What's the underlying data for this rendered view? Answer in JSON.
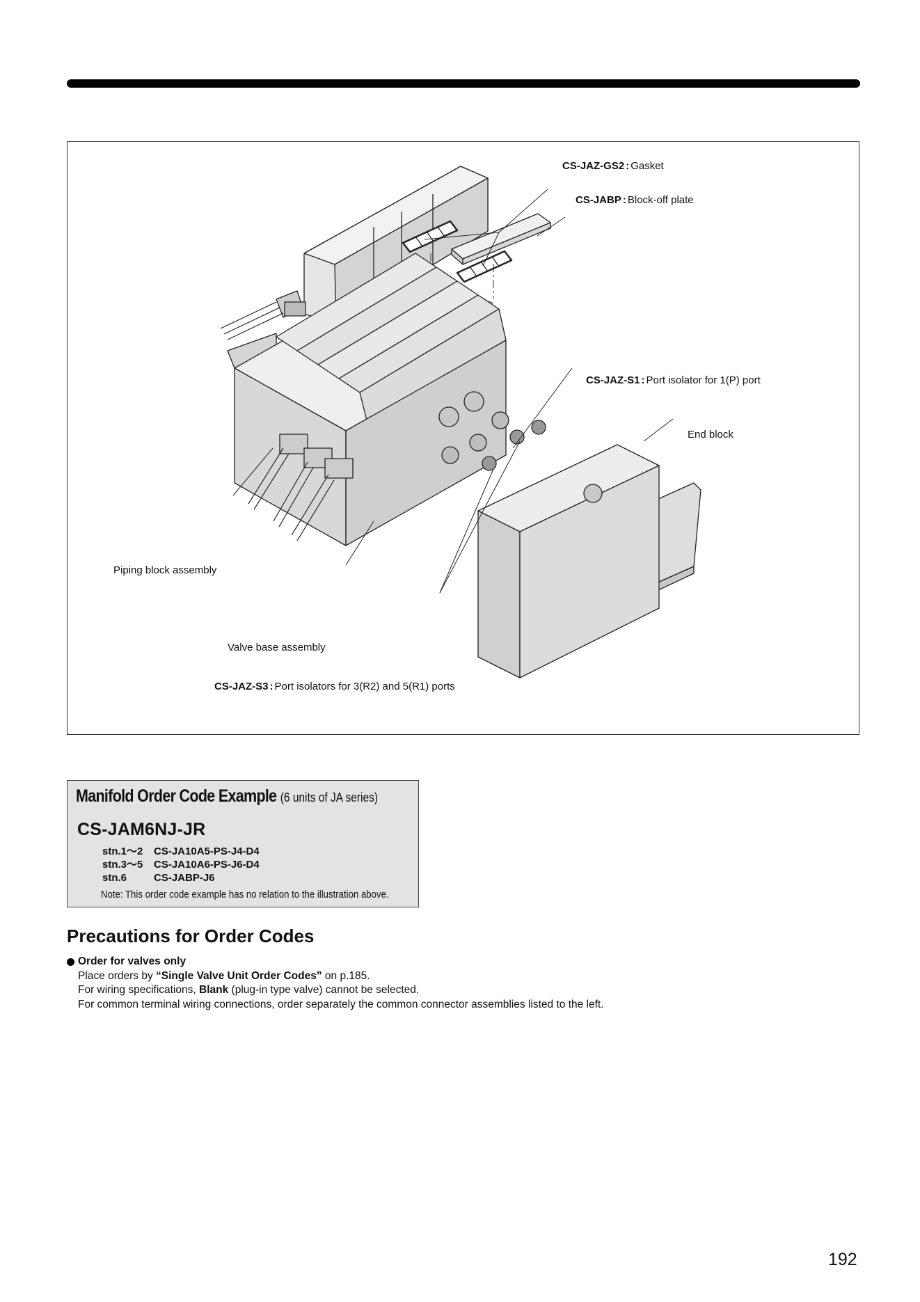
{
  "figure": {
    "callouts": [
      {
        "code": "CS-JAZ-GS2",
        "sep": ":",
        "desc": "Gasket"
      },
      {
        "code": "CS-JABP",
        "sep": ":",
        "desc": "Block-off plate"
      },
      {
        "code": "CS-JAZ-S1",
        "sep": ":",
        "desc": "Port isolator for 1(P) port"
      },
      {
        "code": "",
        "sep": "",
        "desc": "End block"
      },
      {
        "code": "",
        "sep": "",
        "desc": "Piping block assembly"
      },
      {
        "code": "",
        "sep": "",
        "desc": "Valve base assembly"
      },
      {
        "code": "CS-JAZ-S3",
        "sep": ":",
        "desc": "Port isolators for 3(R2) and 5(R1) ports"
      }
    ]
  },
  "order_example": {
    "title": "Manifold Order Code Example",
    "subtitle": "(6 units of JA  series)",
    "code": "CS-JAM6NJ-JR",
    "stations": [
      {
        "stn": "stn.1～2",
        "code": "CS-JA10A5-PS-J4-D4"
      },
      {
        "stn": "stn.3～5",
        "code": "CS-JA10A6-PS-J6-D4"
      },
      {
        "stn": "stn.6",
        "code": "CS-JABP-J6"
      }
    ],
    "note": "Note: This order code example has no relation to the illustration above."
  },
  "precautions": {
    "title": "Precautions for Order Codes",
    "heading": "Order for valves only",
    "line1_pre": "Place orders by ",
    "line1_bold": "“Single Valve Unit Order Codes”",
    "line1_post": " on p.185.",
    "line2_pre": "For wiring specifications, ",
    "line2_bold": "Blank",
    "line2_post": " (plug-in type valve) cannot be selected.",
    "line3": "For common terminal wiring connections, order separately the common connector assemblies listed to the left."
  },
  "page_number": "192"
}
